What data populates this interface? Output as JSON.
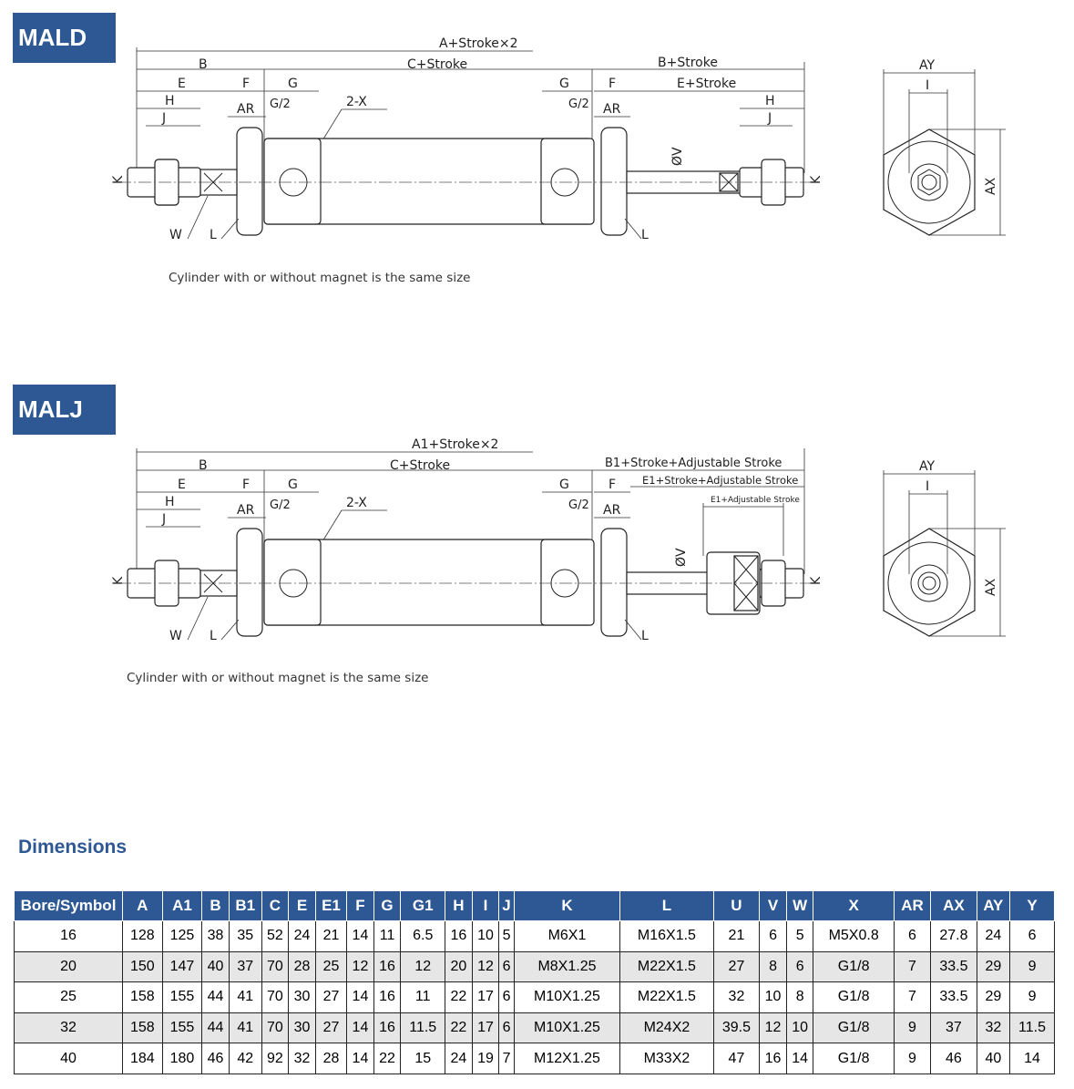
{
  "sections": [
    {
      "tag": "MALD",
      "caption": "Cylinder with or without magnet is the same size",
      "labels": {
        "overall": "A+Stroke×2",
        "b": "B",
        "c": "C+Stroke",
        "b_right": "B+Stroke",
        "e": "E",
        "f": "F",
        "g": "G",
        "g_right": "G",
        "f_right": "F",
        "e_right": "E+Stroke",
        "h": "H",
        "ar": "AR",
        "g2": "G/2",
        "x": "2-X",
        "g2_right": "G/2",
        "ar_right": "AR",
        "h_right": "H",
        "j": "J",
        "j_right": "J",
        "v": "ØV",
        "k": "K",
        "k_right": "K",
        "w": "W",
        "l": "L",
        "l_right": "L",
        "ay": "AY",
        "i": "I",
        "ax": "AX"
      }
    },
    {
      "tag": "MALJ",
      "caption": "Cylinder with or without magnet is the same size",
      "labels": {
        "overall": "A1+Stroke×2",
        "b": "B",
        "c": "C+Stroke",
        "b_right": "B1+Stroke+Adjustable Stroke",
        "e": "E",
        "f": "F",
        "g": "G",
        "g_right": "G",
        "f_right": "F",
        "e_right": "E1+Stroke+Adjustable Stroke",
        "e1_adj": "E1+Adjustable Stroke",
        "h": "H",
        "ar": "AR",
        "g2": "G/2",
        "x": "2-X",
        "g2_right": "G/2",
        "ar_right": "AR",
        "j": "J",
        "v": "ØV",
        "k": "K",
        "k_right": "K",
        "w": "W",
        "l": "L",
        "l_right": "L",
        "ay": "AY",
        "i": "I",
        "ax": "AX"
      }
    }
  ],
  "dimensions": {
    "title": "Dimensions",
    "headers": [
      "Bore/Symbol",
      "A",
      "A1",
      "B",
      "B1",
      "C",
      "E",
      "E1",
      "F",
      "G",
      "G1",
      "H",
      "I",
      "J",
      "K",
      "L",
      "U",
      "V",
      "W",
      "X",
      "AR",
      "AX",
      "AY",
      "Y"
    ],
    "rows": [
      [
        "16",
        "128",
        "125",
        "38",
        "35",
        "52",
        "24",
        "21",
        "14",
        "11",
        "6.5",
        "16",
        "10",
        "5",
        "M6X1",
        "M16X1.5",
        "21",
        "6",
        "5",
        "M5X0.8",
        "6",
        "27.8",
        "24",
        "6"
      ],
      [
        "20",
        "150",
        "147",
        "40",
        "37",
        "70",
        "28",
        "25",
        "12",
        "16",
        "12",
        "20",
        "12",
        "6",
        "M8X1.25",
        "M22X1.5",
        "27",
        "8",
        "6",
        "G1/8",
        "7",
        "33.5",
        "29",
        "9"
      ],
      [
        "25",
        "158",
        "155",
        "44",
        "41",
        "70",
        "30",
        "27",
        "14",
        "16",
        "11",
        "22",
        "17",
        "6",
        "M10X1.25",
        "M22X1.5",
        "32",
        "10",
        "8",
        "G1/8",
        "7",
        "33.5",
        "29",
        "9"
      ],
      [
        "32",
        "158",
        "155",
        "44",
        "41",
        "70",
        "30",
        "27",
        "14",
        "16",
        "11.5",
        "22",
        "17",
        "6",
        "M10X1.25",
        "M24X2",
        "39.5",
        "12",
        "10",
        "G1/8",
        "9",
        "37",
        "32",
        "11.5"
      ],
      [
        "40",
        "184",
        "180",
        "46",
        "42",
        "92",
        "32",
        "28",
        "14",
        "22",
        "15",
        "24",
        "19",
        "7",
        "M12X1.25",
        "M33X2",
        "47",
        "16",
        "14",
        "G1/8",
        "9",
        "46",
        "40",
        "14"
      ]
    ]
  },
  "colors": {
    "accent": "#2e5894",
    "row_alt": "#e6e6e6"
  }
}
